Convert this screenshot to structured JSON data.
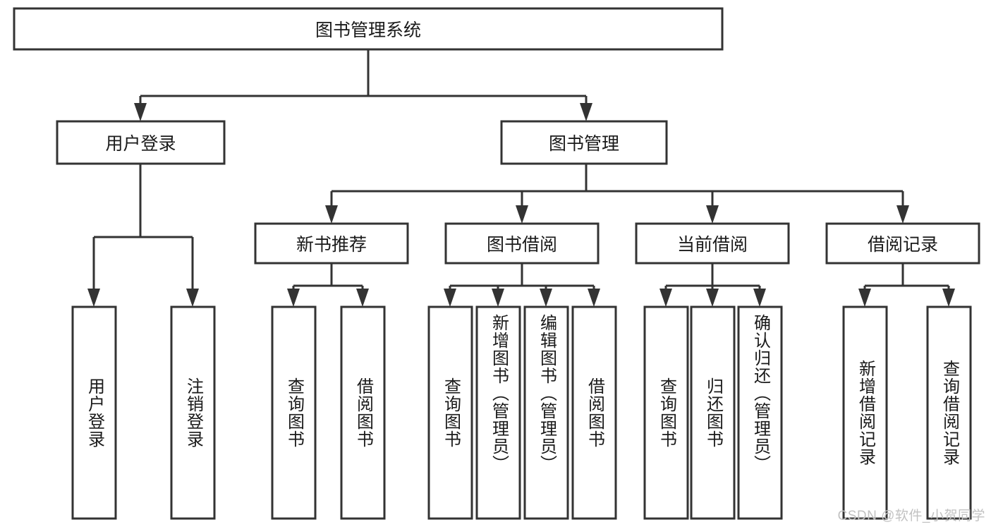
{
  "diagram": {
    "type": "tree-hierarchy",
    "title": "图书管理系统",
    "watermark": "CSDN @软件_小贺同学",
    "colors": {
      "stroke": "#333333",
      "fill": "#ffffff",
      "text": "#1a1a1a",
      "watermark": "#c2c2c2",
      "background": "#ffffff"
    },
    "levels": {
      "root": "图书管理系统",
      "level2": [
        "用户登录",
        "图书管理"
      ],
      "level3": [
        "新书推荐",
        "图书借阅",
        "当前借阅",
        "借阅记录"
      ]
    },
    "nodes": {
      "root": {
        "label": "图书管理系统",
        "orientation": "horizontal"
      },
      "user_login": {
        "label": "用户登录",
        "orientation": "horizontal"
      },
      "book_mgmt": {
        "label": "图书管理",
        "orientation": "horizontal"
      },
      "new_book_rec": {
        "label": "新书推荐",
        "orientation": "horizontal"
      },
      "book_borrow": {
        "label": "图书借阅",
        "orientation": "horizontal"
      },
      "current_borrow": {
        "label": "当前借阅",
        "orientation": "horizontal"
      },
      "borrow_record": {
        "label": "借阅记录",
        "orientation": "horizontal"
      },
      "leaf_user_login": {
        "label": "用户登录",
        "orientation": "vertical"
      },
      "leaf_logout": {
        "label": "注销登录",
        "orientation": "vertical"
      },
      "leaf_query_book_1": {
        "label": "查询图书",
        "orientation": "vertical"
      },
      "leaf_borrow_book_1": {
        "label": "借阅图书",
        "orientation": "vertical"
      },
      "leaf_query_book_2": {
        "label": "查询图书",
        "orientation": "vertical"
      },
      "leaf_add_book": {
        "label": "新增图书（管理员）",
        "orientation": "vertical"
      },
      "leaf_edit_book": {
        "label": "编辑图书（管理员）",
        "orientation": "vertical"
      },
      "leaf_borrow_book_2": {
        "label": "借阅图书",
        "orientation": "vertical"
      },
      "leaf_query_book_3": {
        "label": "查询图书",
        "orientation": "vertical"
      },
      "leaf_return_book": {
        "label": "归还图书",
        "orientation": "vertical"
      },
      "leaf_confirm_return": {
        "label": "确认归还（管理员）",
        "orientation": "vertical"
      },
      "leaf_add_record": {
        "label": "新增借阅记录",
        "orientation": "vertical"
      },
      "leaf_query_record": {
        "label": "查询借阅记录",
        "orientation": "vertical"
      }
    },
    "edges": [
      {
        "from": "root",
        "to": "user_login"
      },
      {
        "from": "root",
        "to": "book_mgmt"
      },
      {
        "from": "user_login",
        "to": "leaf_user_login"
      },
      {
        "from": "user_login",
        "to": "leaf_logout"
      },
      {
        "from": "book_mgmt",
        "to": "new_book_rec"
      },
      {
        "from": "book_mgmt",
        "to": "book_borrow"
      },
      {
        "from": "book_mgmt",
        "to": "current_borrow"
      },
      {
        "from": "book_mgmt",
        "to": "borrow_record"
      },
      {
        "from": "new_book_rec",
        "to": "leaf_query_book_1"
      },
      {
        "from": "new_book_rec",
        "to": "leaf_borrow_book_1"
      },
      {
        "from": "book_borrow",
        "to": "leaf_query_book_2"
      },
      {
        "from": "book_borrow",
        "to": "leaf_add_book"
      },
      {
        "from": "book_borrow",
        "to": "leaf_edit_book"
      },
      {
        "from": "book_borrow",
        "to": "leaf_borrow_book_2"
      },
      {
        "from": "current_borrow",
        "to": "leaf_query_book_3"
      },
      {
        "from": "current_borrow",
        "to": "leaf_return_book"
      },
      {
        "from": "current_borrow",
        "to": "leaf_confirm_return"
      },
      {
        "from": "borrow_record",
        "to": "leaf_add_record"
      },
      {
        "from": "borrow_record",
        "to": "leaf_query_record"
      }
    ]
  }
}
